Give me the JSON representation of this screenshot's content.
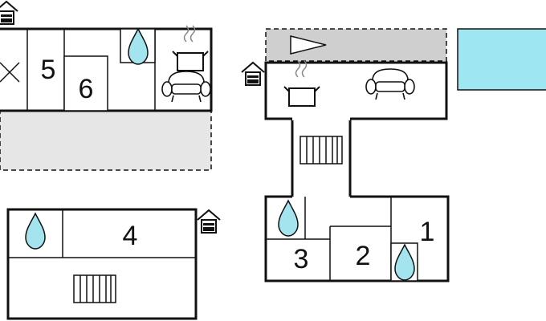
{
  "rooms": [
    {
      "id": "1",
      "label": "1"
    },
    {
      "id": "2",
      "label": "2"
    },
    {
      "id": "3",
      "label": "3"
    },
    {
      "id": "4",
      "label": "4"
    },
    {
      "id": "5",
      "label": "5"
    },
    {
      "id": "6",
      "label": "6"
    }
  ],
  "legend_icons": [
    "house-entrance-icon",
    "water-drop-icon",
    "stove-icon",
    "sofa-icon",
    "radiator-icon",
    "bed-cross-icon",
    "terrace-flag-icon"
  ],
  "colors": {
    "wall": "#111111",
    "terrace": "#cfcfcf",
    "shaded_area": "#e6e6e6",
    "pool": "#9ee6f2",
    "water_drop": "#a3e4ef"
  }
}
